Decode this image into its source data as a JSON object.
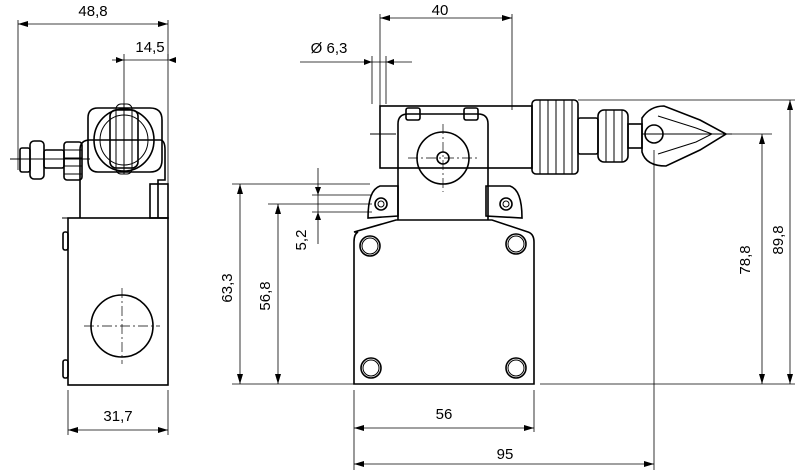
{
  "dimensions": {
    "left_view_width_top": "48,8",
    "left_view_offset": "14,5",
    "left_view_depth": "31,7",
    "hole_diameter": "Ø 6,3",
    "front_width_top": "40",
    "slot_height": "5,2",
    "mount_height": "63,3",
    "hole_center_height": "56,8",
    "base_width": "56",
    "overall_length": "95",
    "actuator_height": "78,8",
    "overall_height": "89,8"
  }
}
